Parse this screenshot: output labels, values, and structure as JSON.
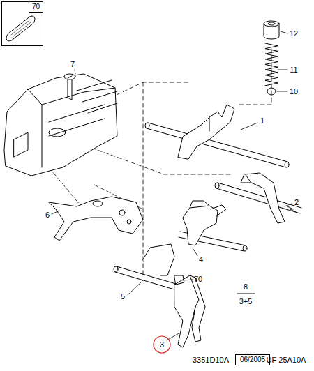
{
  "diagram": {
    "nodes": [
      {
        "text": [
          "70"
        ]
      },
      {
        "text": [
          "06/2005"
        ]
      }
    ],
    "labels": [
      "12",
      "11",
      "10",
      "7",
      "1",
      "2",
      "6",
      "4",
      "5",
      "70",
      "3",
      "8",
      "3+5",
      "3351D10A",
      "UF 25A10A"
    ]
  }
}
